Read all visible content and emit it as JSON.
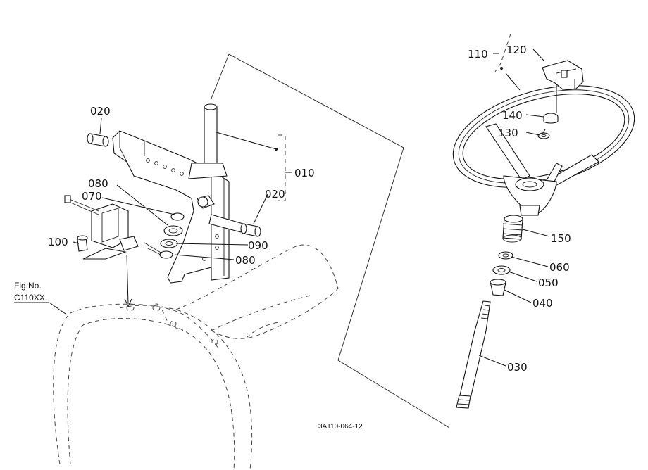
{
  "labels": {
    "p010": "010",
    "p020a": "020",
    "p020b": "020",
    "p030": "030",
    "p040": "040",
    "p050": "050",
    "p060": "060",
    "p070": "070",
    "p080a": "080",
    "p080b": "080",
    "p090": "090",
    "p100": "100",
    "p110": "110",
    "p120": "120",
    "p130": "130",
    "p140": "140",
    "p150": "150"
  },
  "figure": {
    "fig_no_label": "Fig.No.",
    "fig_no_value": "C110XX",
    "drawing_code": "3A110-064-12"
  }
}
